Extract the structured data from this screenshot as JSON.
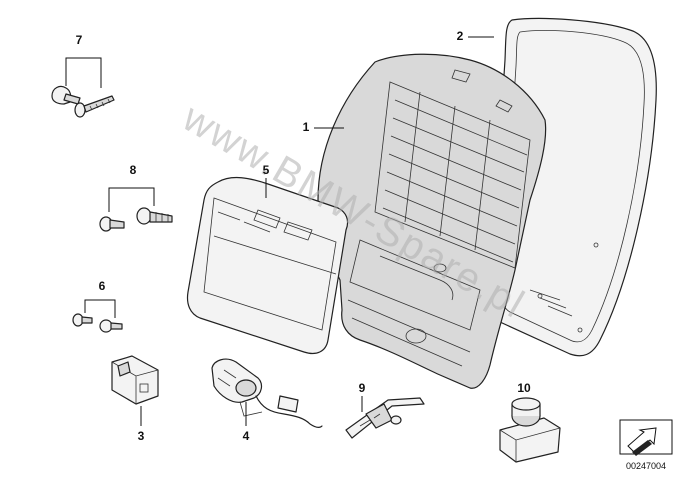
{
  "diagram": {
    "callouts": [
      {
        "id": "callout-1",
        "label": "1"
      },
      {
        "id": "callout-2",
        "label": "2"
      },
      {
        "id": "callout-3",
        "label": "3"
      },
      {
        "id": "callout-4",
        "label": "4"
      },
      {
        "id": "callout-5",
        "label": "5"
      },
      {
        "id": "callout-6",
        "label": "6"
      },
      {
        "id": "callout-7",
        "label": "7"
      },
      {
        "id": "callout-8",
        "label": "8"
      },
      {
        "id": "callout-9",
        "label": "9"
      },
      {
        "id": "callout-10",
        "label": "10"
      }
    ],
    "watermark_text": "www.BMW-Spare.pl",
    "document_id": "00247004",
    "arrow_icon": "direction-arrow-icon"
  }
}
